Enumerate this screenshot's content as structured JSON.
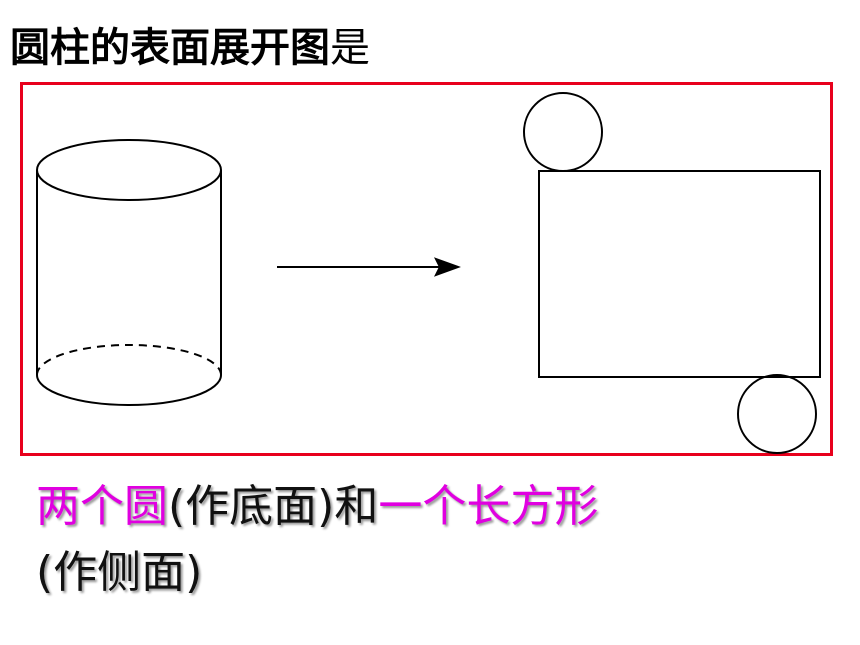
{
  "title": {
    "main": "圆柱的表面展开图",
    "suffix": "是"
  },
  "caption": {
    "line1": [
      {
        "text": "两个圆",
        "color": "magenta"
      },
      {
        "text": "(作底面)和",
        "color": "black"
      },
      {
        "text": "一个长方形",
        "color": "magenta"
      }
    ],
    "line2": "(作侧面)"
  },
  "colors": {
    "frame": "#e8001c",
    "highlight": "#e000e0",
    "line": "#000000"
  }
}
